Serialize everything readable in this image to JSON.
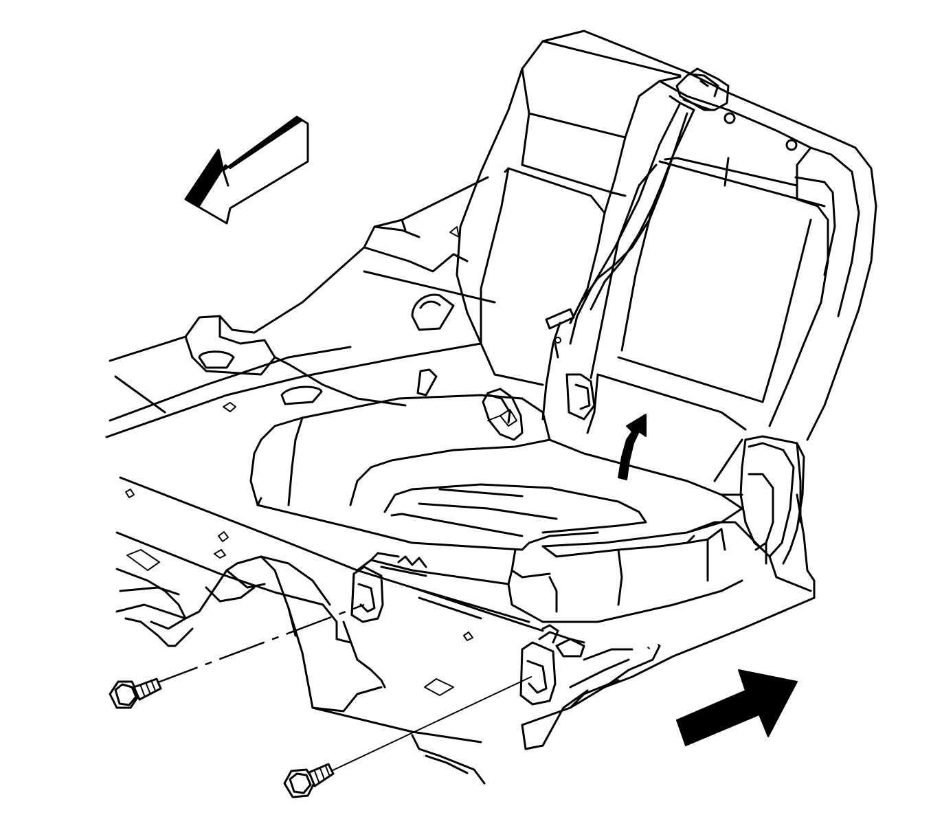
{
  "diagram": {
    "subject": "rear-seat-cushion-removal",
    "parts": [
      {
        "id": "seat-back",
        "icon": "seat-back-icon"
      },
      {
        "id": "seat-cushion",
        "icon": "seat-cushion-icon"
      },
      {
        "id": "seat-belt",
        "icon": "seat-belt-icon"
      },
      {
        "id": "belt-buckle",
        "icon": "buckle-icon"
      },
      {
        "id": "vehicle-floor",
        "icon": "floor-pan-icon"
      },
      {
        "id": "cushion-bracket-front-left",
        "icon": "bracket-icon"
      },
      {
        "id": "cushion-bracket-front-right",
        "icon": "bracket-icon"
      },
      {
        "id": "bolt-left",
        "icon": "bolt-icon"
      },
      {
        "id": "bolt-right",
        "icon": "bolt-icon"
      }
    ],
    "arrows": [
      {
        "id": "forward-direction-arrow",
        "icon": "hollow-arrow-icon",
        "direction": "up-left"
      },
      {
        "id": "rotation-arrow",
        "icon": "curved-arrow-icon",
        "direction": "up"
      },
      {
        "id": "outboard-direction-arrow",
        "icon": "solid-arrow-icon",
        "direction": "up-right"
      }
    ],
    "colors": {
      "line": "#000000",
      "background": "#ffffff"
    }
  }
}
